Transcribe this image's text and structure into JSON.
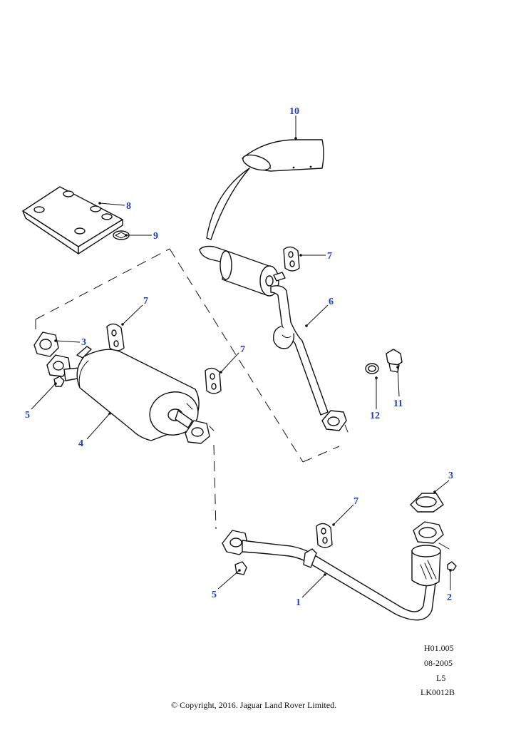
{
  "callouts": {
    "c1": "1",
    "c2": "2",
    "c3a": "3",
    "c3b": "3",
    "c4": "4",
    "c5a": "5",
    "c5b": "5",
    "c6": "6",
    "c7a": "7",
    "c7b": "7",
    "c7c": "7",
    "c7d": "7",
    "c8": "8",
    "c9": "9",
    "c10": "10",
    "c11": "11",
    "c12": "12"
  },
  "drawing_info": {
    "code": "H01.005",
    "date": "08-2005",
    "level": "L5",
    "ref": "LK0012B"
  },
  "copyright": "© Copyright, 2016. Jaguar Land Rover Limited.",
  "colors": {
    "callout": "#1f3fc4",
    "line": "#111111",
    "background": "#ffffff"
  }
}
